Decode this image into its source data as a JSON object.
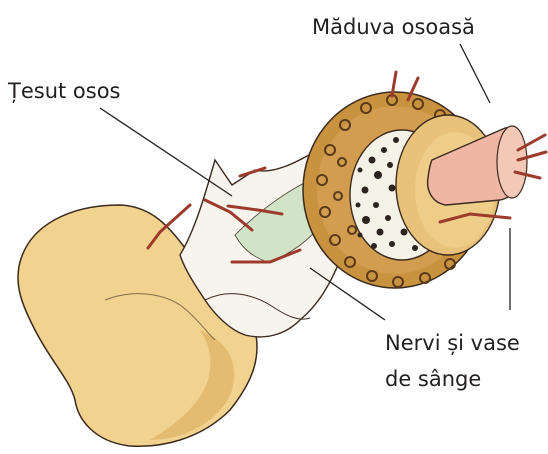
{
  "labels": {
    "bone_marrow": "Măduva osoasă",
    "bone_tissue": "Țesut osos",
    "nerves_line1": "Nervi și vase",
    "nerves_line2": "de sânge"
  },
  "colors": {
    "bone": "#f1d28f",
    "bone_shadow": "#d9a95a",
    "compact_ring": "#c9923f",
    "spongy": "#f4f1e6",
    "marrow": "#efb7a3",
    "membrane": "#f7f4ee",
    "membrane_green": "#cfe3c4",
    "vessel": "#9c3a2c",
    "outline": "#3b2a1e",
    "leader_line": "#231f20"
  }
}
